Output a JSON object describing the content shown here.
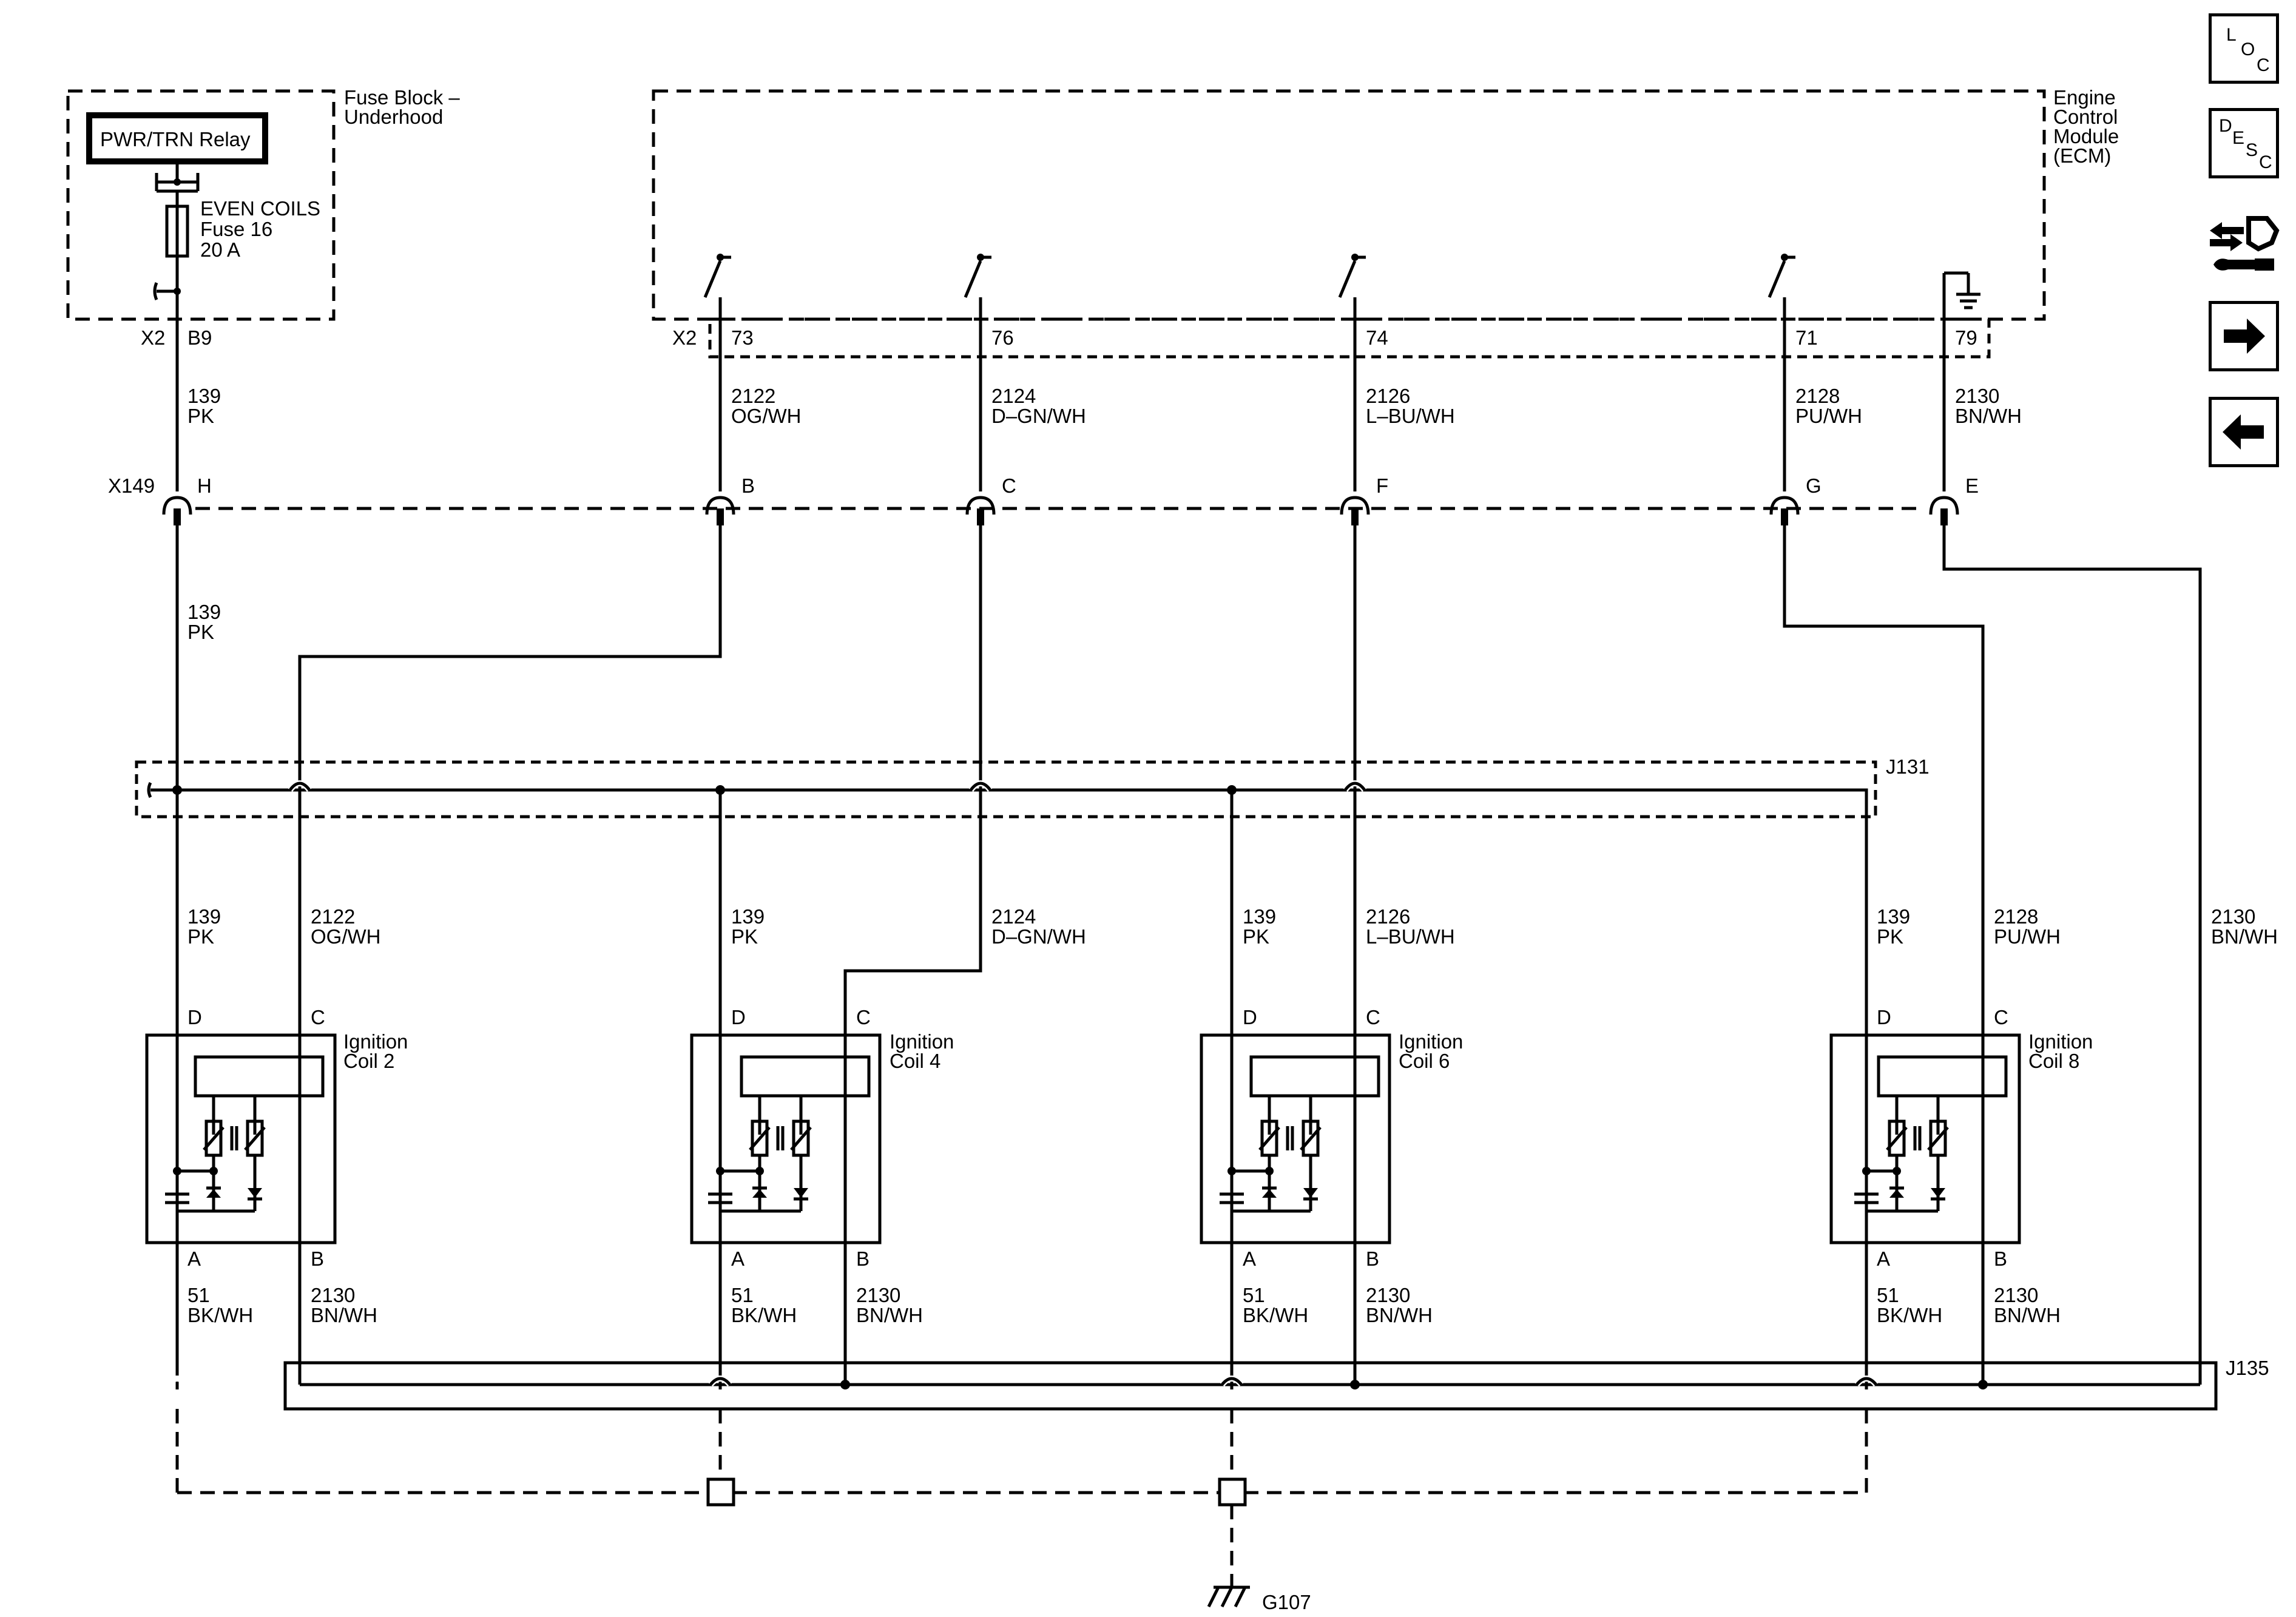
{
  "fuse_block": {
    "title_1": "Fuse Block –",
    "title_2": "Underhood",
    "relay": "PWR/TRN Relay",
    "fuse_1": "EVEN COILS",
    "fuse_2": "Fuse 16",
    "fuse_3": "20 A",
    "conn": "X2",
    "pin": "B9"
  },
  "ecm": {
    "title_1": "Engine",
    "title_2": "Control",
    "title_3": "Module",
    "title_4": "(ECM)",
    "conn": "X2",
    "pins": [
      "73",
      "76",
      "74",
      "71",
      "79"
    ]
  },
  "wires_upper": [
    {
      "circuit": "139",
      "color": "PK"
    },
    {
      "circuit": "2122",
      "color": "OG/WH"
    },
    {
      "circuit": "2124",
      "color": "D–GN/WH"
    },
    {
      "circuit": "2126",
      "color": "L–BU/WH"
    },
    {
      "circuit": "2128",
      "color": "PU/WH"
    },
    {
      "circuit": "2130",
      "color": "BN/WH"
    }
  ],
  "x149": {
    "name": "X149",
    "pins": [
      "H",
      "B",
      "C",
      "F",
      "G",
      "E"
    ]
  },
  "wire_below_x149": {
    "circuit": "139",
    "color": "PK"
  },
  "splices": {
    "j131": "J131",
    "j135": "J135"
  },
  "coil_feeds": [
    {
      "pwr_circuit": "139",
      "pwr_color": "PK",
      "sig_circuit": "2122",
      "sig_color": "OG/WH"
    },
    {
      "pwr_circuit": "139",
      "pwr_color": "PK",
      "sig_circuit": "2124",
      "sig_color": "D–GN/WH"
    },
    {
      "pwr_circuit": "139",
      "pwr_color": "PK",
      "sig_circuit": "2126",
      "sig_color": "L–BU/WH"
    },
    {
      "pwr_circuit": "139",
      "pwr_color": "PK",
      "sig_circuit": "2128",
      "sig_color": "PU/WH"
    }
  ],
  "return_wire": {
    "circuit": "2130",
    "color": "BN/WH"
  },
  "coils": [
    {
      "name_1": "Ignition",
      "name_2": "Coil 2",
      "pin_d": "D",
      "pin_c": "C",
      "pin_a": "A",
      "pin_b": "B"
    },
    {
      "name_1": "Ignition",
      "name_2": "Coil 4",
      "pin_d": "D",
      "pin_c": "C",
      "pin_a": "A",
      "pin_b": "B"
    },
    {
      "name_1": "Ignition",
      "name_2": "Coil 6",
      "pin_d": "D",
      "pin_c": "C",
      "pin_a": "A",
      "pin_b": "B"
    },
    {
      "name_1": "Ignition",
      "name_2": "Coil 8",
      "pin_d": "D",
      "pin_c": "C",
      "pin_a": "A",
      "pin_b": "B"
    }
  ],
  "coil_outputs": [
    {
      "a_circuit": "51",
      "a_color": "BK/WH",
      "b_circuit": "2130",
      "b_color": "BN/WH"
    },
    {
      "a_circuit": "51",
      "a_color": "BK/WH",
      "b_circuit": "2130",
      "b_color": "BN/WH"
    },
    {
      "a_circuit": "51",
      "a_color": "BK/WH",
      "b_circuit": "2130",
      "b_color": "BN/WH"
    },
    {
      "a_circuit": "51",
      "a_color": "BK/WH",
      "b_circuit": "2130",
      "b_color": "BN/WH"
    }
  ],
  "ground": {
    "name": "G107"
  },
  "nav": {
    "loc": {
      "l": "L",
      "o": "O",
      "c": "C"
    },
    "desc": {
      "d": "D",
      "e": "E",
      "s": "S",
      "c": "C"
    },
    "icons": [
      "loc-icon",
      "desc-icon",
      "connector-tool-icon",
      "arrow-right-icon",
      "arrow-left-icon"
    ]
  }
}
